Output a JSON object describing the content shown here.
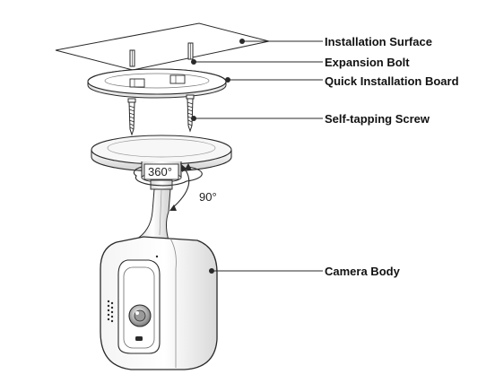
{
  "labels": {
    "installation_surface": "Installation Surface",
    "expansion_bolt": "Expansion Bolt",
    "quick_installation_board": "Quick Installation Board",
    "self_tapping_screw": "Self-tapping Screw",
    "camera_body": "Camera Body"
  },
  "annotations": {
    "rotation_360": "360°",
    "tilt_90": "90°"
  },
  "colors": {
    "line": "#2a2a2a",
    "shade": "#bdbdbd",
    "light_shade": "#e2e2e2",
    "background": "#ffffff"
  }
}
